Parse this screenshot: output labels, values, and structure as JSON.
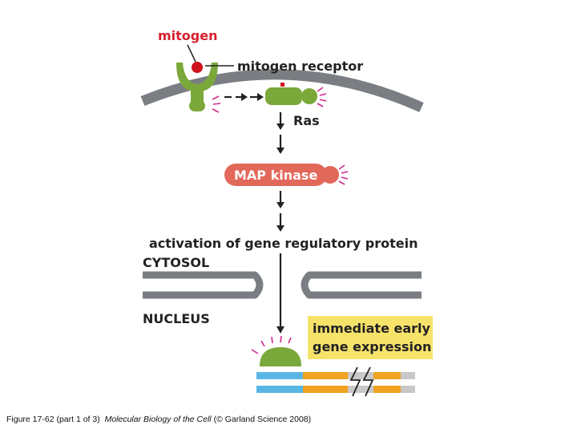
{
  "labels": {
    "mitogen": "mitogen",
    "receptor": "mitogen receptor",
    "ras": "Ras",
    "map_kinase": "MAP kinase",
    "activation": "activation of gene regulatory protein",
    "cytosol": "CYTOSOL",
    "nucleus": "NUCLEUS",
    "immediate_line1": "immediate early",
    "immediate_line2": "gene expression"
  },
  "caption": {
    "prefix": "Figure 17-62 (part 1 of 3)",
    "title": "Molecular Biology of the Cell",
    "suffix": "(© Garland Science 2008)"
  },
  "colors": {
    "mitogen_text": "#d6202e",
    "mitogen_dot": "#d0121b",
    "green_protein": "#7aa83a",
    "membrane": "#7a7e83",
    "map_kinase": "#e2685a",
    "highlight_box": "#f8e36a",
    "phosphate_marks": "#d0288e",
    "dna_blue": "#5ab7e5",
    "dna_orange": "#f1a21f",
    "dna_gray": "#c8c8c8"
  }
}
